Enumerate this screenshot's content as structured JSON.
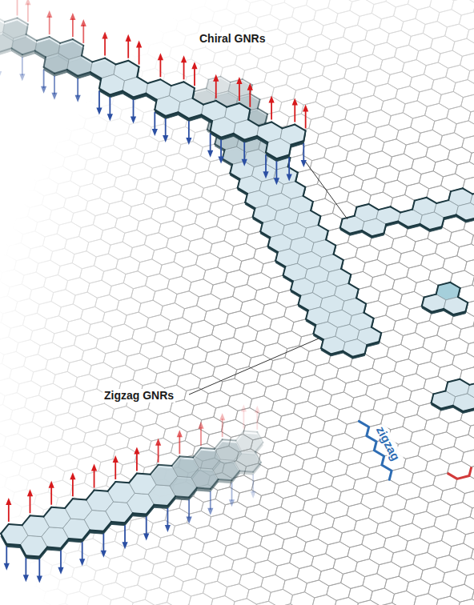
{
  "diagram": {
    "labels": [
      "Chiral GNRs",
      "Zigzag GNRs",
      "zigzag"
    ]
  }
}
